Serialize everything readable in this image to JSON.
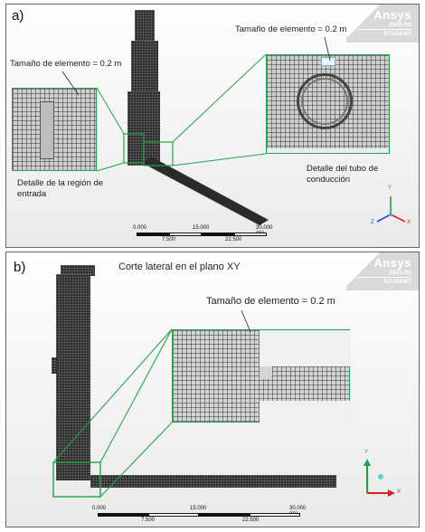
{
  "panel_a": {
    "letter": "a)",
    "brand": {
      "name": "Ansys",
      "version": "2023 R1",
      "edition": "STUDENT"
    },
    "label_elem_right": "Tamaño de elemento = 0.2 m",
    "label_elem_left": "Tamaño de elemento = 0.2 m",
    "label_inlet": "Detalle de la región de entrada",
    "label_tube": "Detalle del tubo de conducción",
    "scale": {
      "ticks_top": [
        "0.000",
        "15.000",
        "30.000 (m)"
      ],
      "ticks_bottom": [
        "7.500",
        "22.500"
      ]
    },
    "triad": {
      "y": "Y",
      "z": "Z",
      "x": "X"
    }
  },
  "panel_b": {
    "letter": "b)",
    "brand": {
      "name": "Ansys",
      "version": "2023 R1",
      "edition": "STUDENT"
    },
    "title": "Corte lateral en el plano XY",
    "label_elem": "Tamaño de elemento = 0.2 m",
    "scale": {
      "ticks_top": [
        "0.000",
        "15.000",
        "30.000 (m)"
      ],
      "ticks_bottom": [
        "7.500",
        "22.500"
      ]
    },
    "triad": {
      "y": "Y",
      "x": "X"
    }
  },
  "colors": {
    "highlight": "#22a34a",
    "mesh_dark": "#2a2a2a",
    "triad_x": "#d42020",
    "triad_y": "#1aa33a",
    "triad_z": "#1f4fd6"
  }
}
